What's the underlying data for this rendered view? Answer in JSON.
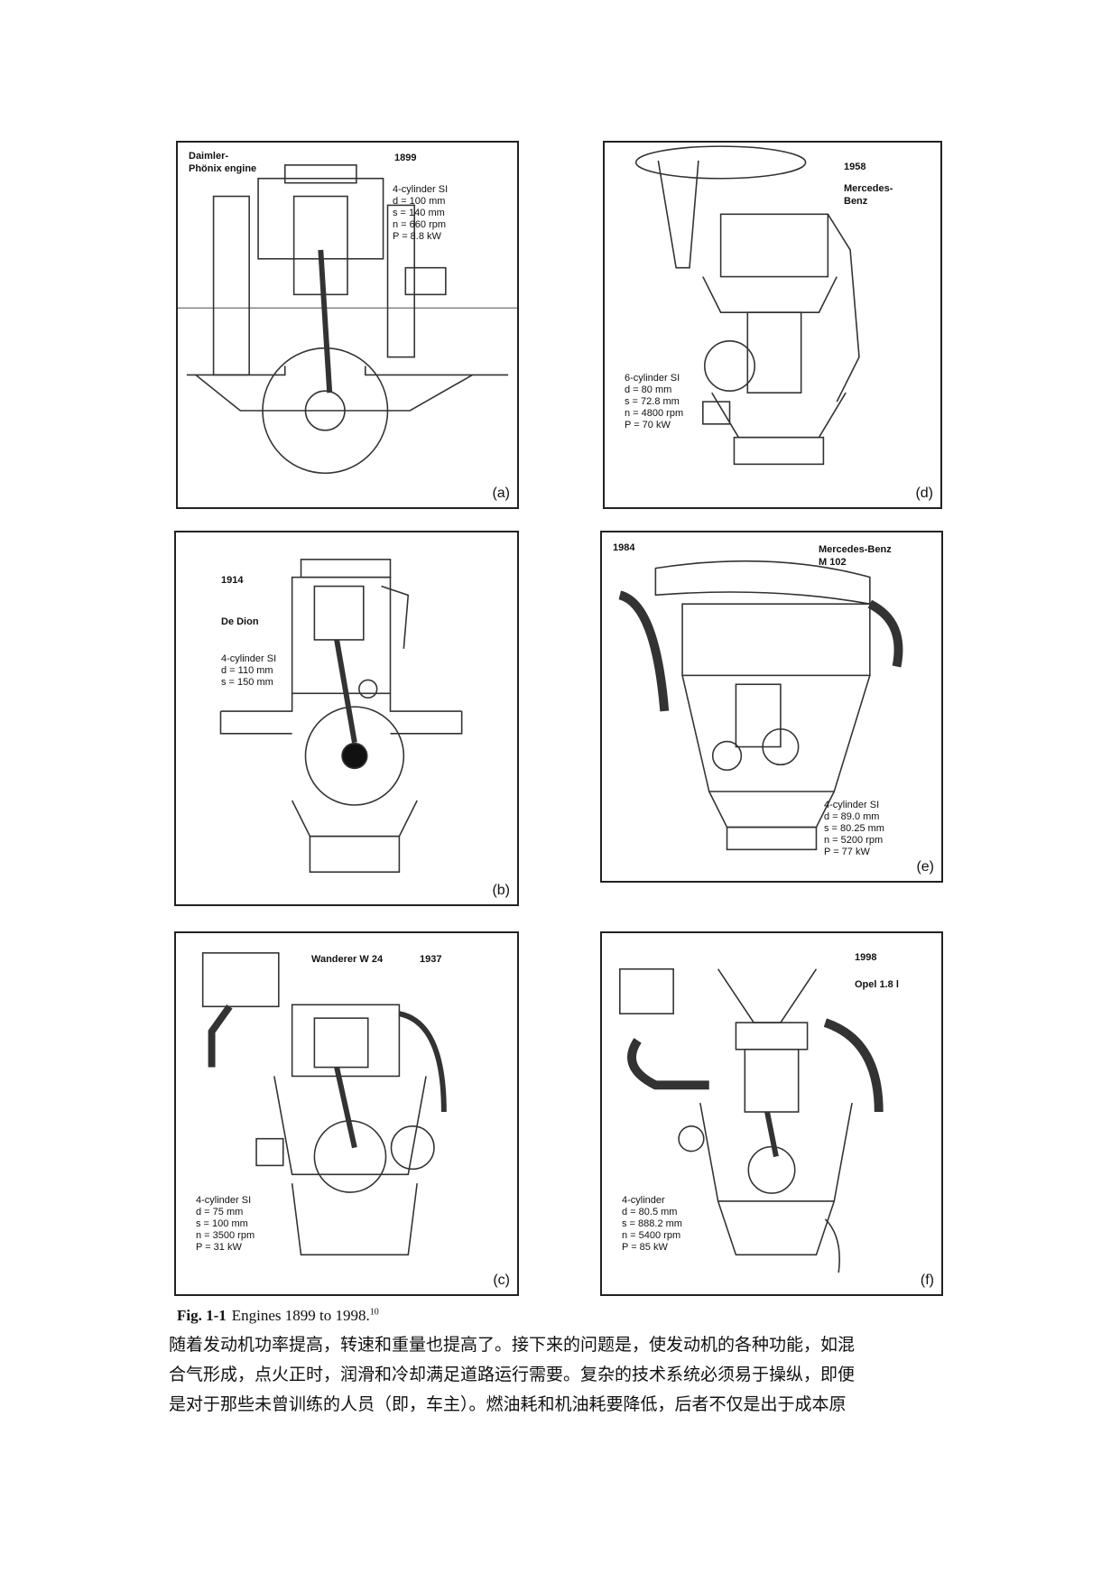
{
  "figures": {
    "a": {
      "name": "Daimler-Phönix engine",
      "name_lines": [
        "Daimler-",
        "Phönix engine"
      ],
      "year": "1899",
      "specs": [
        "4-cylinder SI",
        "d =  100 mm",
        "s = 140 mm",
        "n = 660 rpm",
        "P = 8.8 kW"
      ],
      "label": "(a)"
    },
    "d": {
      "year": "1958",
      "name_lines": [
        "Mercedes-",
        "Benz"
      ],
      "specs": [
        "6-cylinder SI",
        "d = 80 mm",
        "s = 72.8 mm",
        "n = 4800 rpm",
        "P = 70 kW"
      ],
      "label": "(d)"
    },
    "b": {
      "year": "1914",
      "name": "De Dion",
      "specs": [
        "4-cylinder SI",
        "d = 110 mm",
        "s = 150 mm"
      ],
      "label": "(b)"
    },
    "e": {
      "year": "1984",
      "name_lines": [
        "Mercedes-Benz",
        "M 102"
      ],
      "specs": [
        "4-cylinder SI",
        "d = 89.0 mm",
        "s = 80.25 mm",
        "n = 5200 rpm",
        "P = 77 kW"
      ],
      "label": "(e)"
    },
    "c": {
      "name": "Wanderer W 24",
      "year": "1937",
      "specs": [
        "4-cylinder SI",
        "d = 75 mm",
        "s = 100 mm",
        "n = 3500 rpm",
        "P = 31 kW"
      ],
      "label": "(c)"
    },
    "f": {
      "year": "1998",
      "name": "Opel 1.8 l",
      "specs": [
        "4-cylinder",
        "d = 80.5 mm",
        "s = 888.2 mm",
        "n = 5400 rpm",
        "P = 85 kW"
      ],
      "label": "(f)"
    }
  },
  "caption": {
    "fig_no": "Fig. 1-1",
    "text": "Engines 1899 to 1998.",
    "ref": "10"
  },
  "body_lines": [
    "随着发动机功率提高，转速和重量也提高了。接下来的问题是，使发动机的各种功能，如混",
    "合气形成，点火正时，润滑和冷却满足道路运行需要。复杂的技术系统必须易于操纵，即便",
    "是对于那些未曾训练的人员（即，车主）。燃油耗和机油耗要降低，后者不仅是出于成本原"
  ]
}
